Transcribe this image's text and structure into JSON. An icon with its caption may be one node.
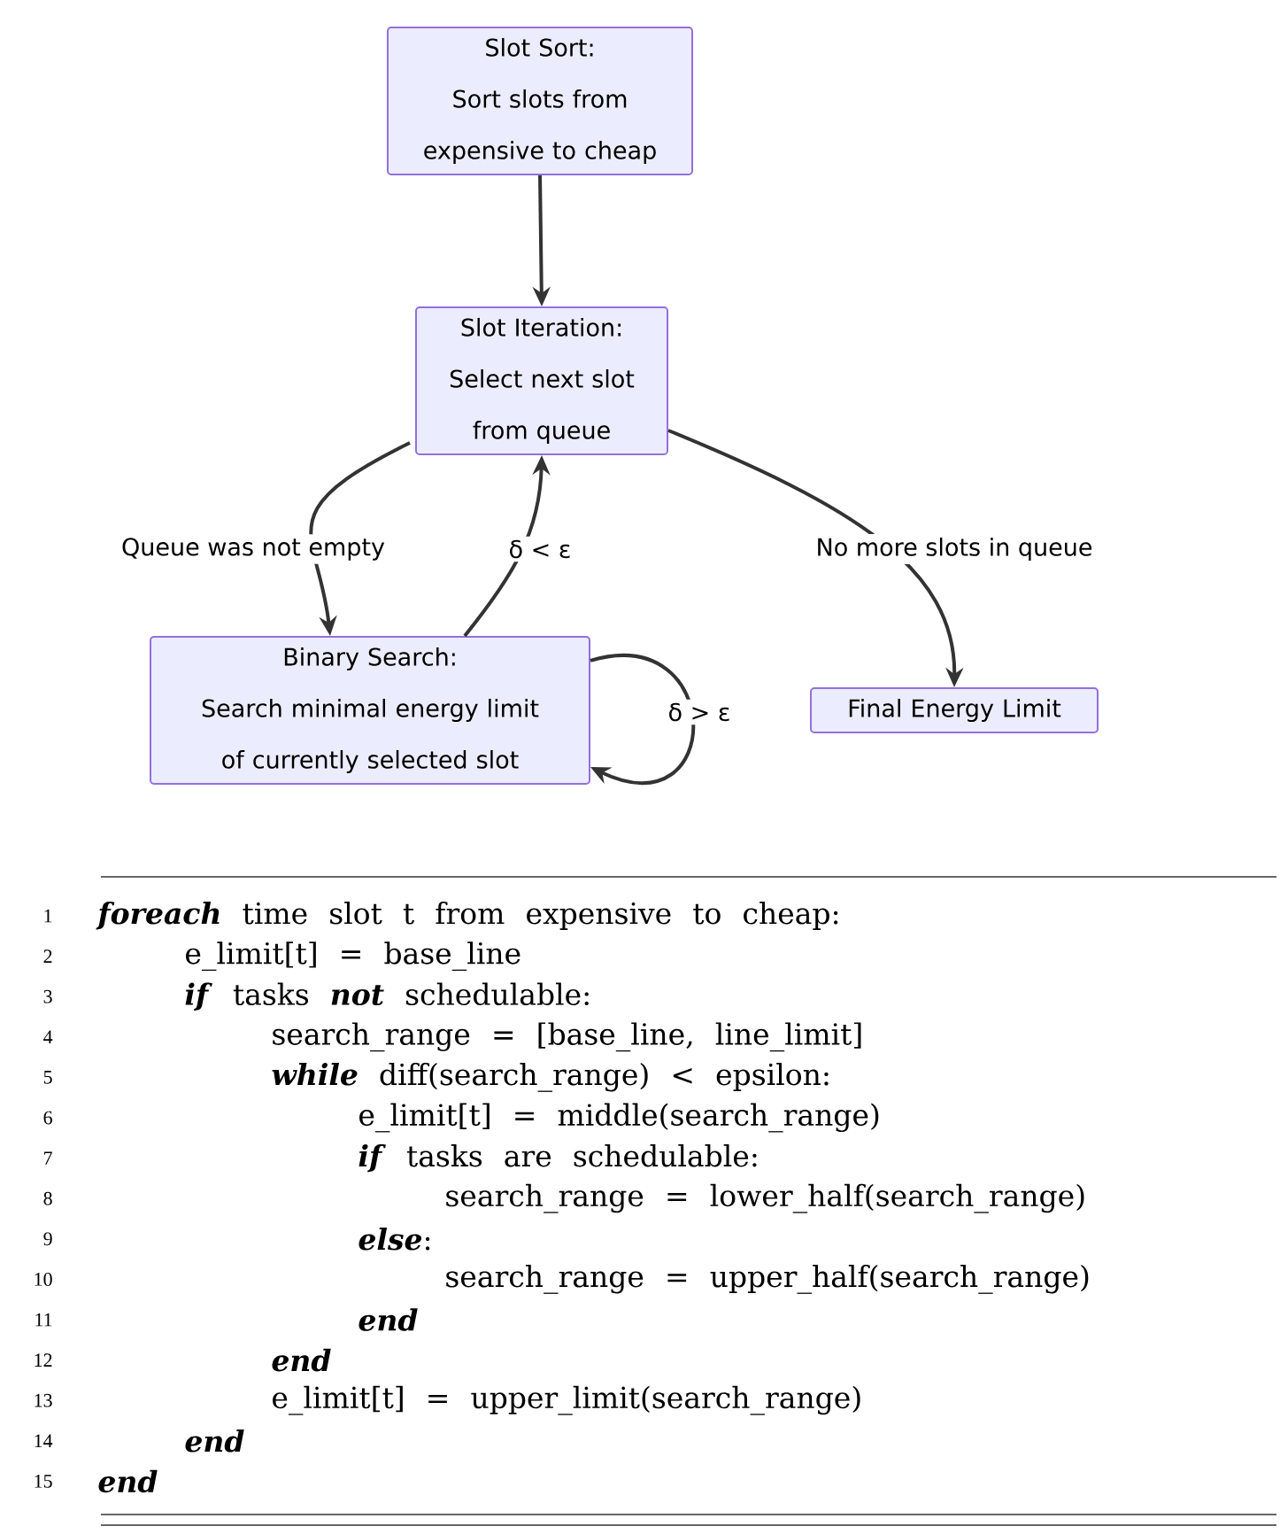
{
  "diagram": {
    "nodes": [
      {
        "text": [
          "Slot Sort:",
          "Sort slots from expensive to cheap"
        ]
      },
      {
        "text": [
          "Slot Iteration:",
          "Select next slot from queue"
        ]
      },
      {
        "text": [
          "Binary Search:",
          "Search minimal energy limit of currently selected slot"
        ]
      },
      {
        "text": [
          "Final Energy Limit"
        ]
      }
    ],
    "edges": [
      {
        "from": 0,
        "to": 1,
        "arrow": "to"
      },
      {
        "from": 1,
        "to": 2,
        "arrow": "to",
        "label": "Queue was not empty"
      },
      {
        "from": 2,
        "to": 1,
        "arrow": "to",
        "label": "δ < ε"
      },
      {
        "from": 1,
        "to": 3,
        "arrow": "to",
        "label": "No more slots in queue"
      },
      {
        "from": 2,
        "to": 2,
        "arrow": "to",
        "label": "δ > ε"
      }
    ],
    "labels": [
      "1",
      "*foreach* time slot t from expensive to cheap:",
      "2",
      "e_limit[t] = base_line",
      "3",
      "*if* tasks *not* schedulable:",
      "4",
      "search_range = [base_line, line_limit]",
      "5",
      "*while* diff(search_range) < epsilon:",
      "6",
      "e_limit[t] = middle(search_range)",
      "7",
      "*if* tasks are schedulable:",
      "8",
      "search_range = lower_half(search_range)",
      "9",
      "*else*:",
      "10",
      "search_range = upper_half(search_range)",
      "11",
      "*end*",
      "12",
      "*end*",
      "13",
      "e_limit[t] = upper_limit(search_range)",
      "14",
      "*end*",
      "15",
      "*end*"
    ]
  }
}
